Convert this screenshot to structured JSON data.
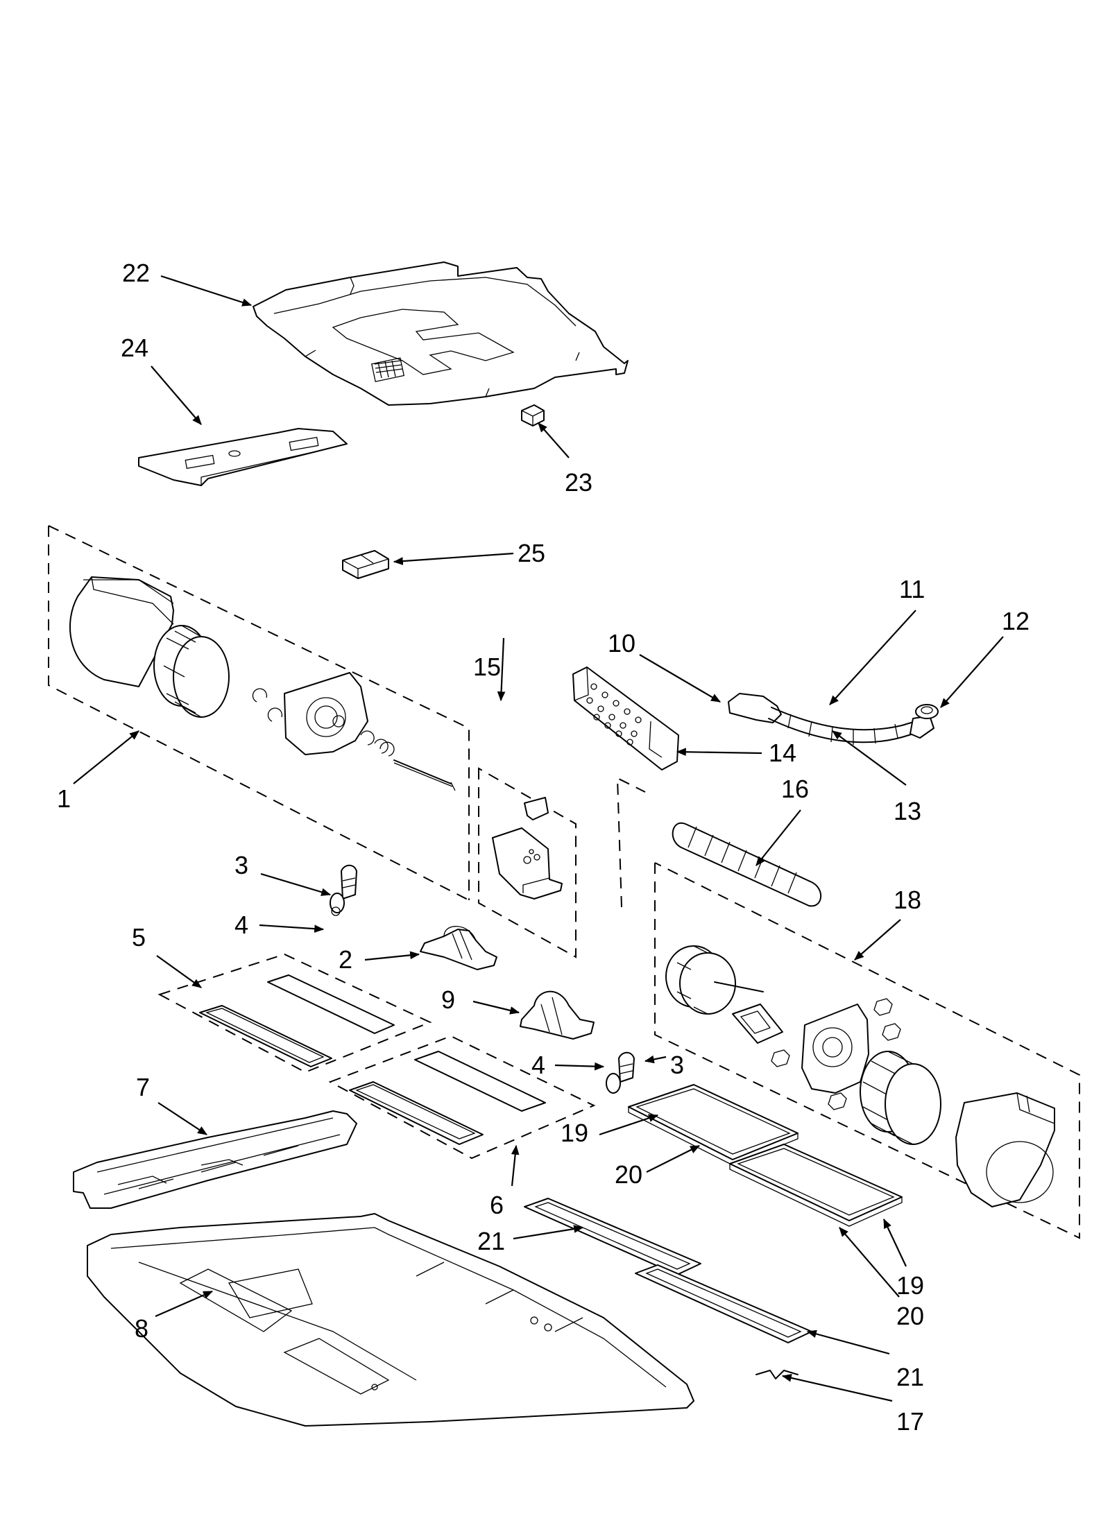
{
  "diagram": {
    "callouts": {
      "c1": "1",
      "c2": "2",
      "c3a": "3",
      "c3b": "3",
      "c4a": "4",
      "c4b": "4",
      "c5": "5",
      "c6": "6",
      "c7": "7",
      "c8": "8",
      "c9": "9",
      "c10": "10",
      "c11": "11",
      "c12": "12",
      "c13": "13",
      "c14": "14",
      "c15": "15",
      "c16": "16",
      "c17": "17",
      "c18": "18",
      "c19a": "19",
      "c19b": "19",
      "c20a": "20",
      "c20b": "20",
      "c21a": "21",
      "c21b": "21",
      "c22": "22",
      "c23": "23",
      "c24": "24",
      "c25": "25"
    }
  }
}
